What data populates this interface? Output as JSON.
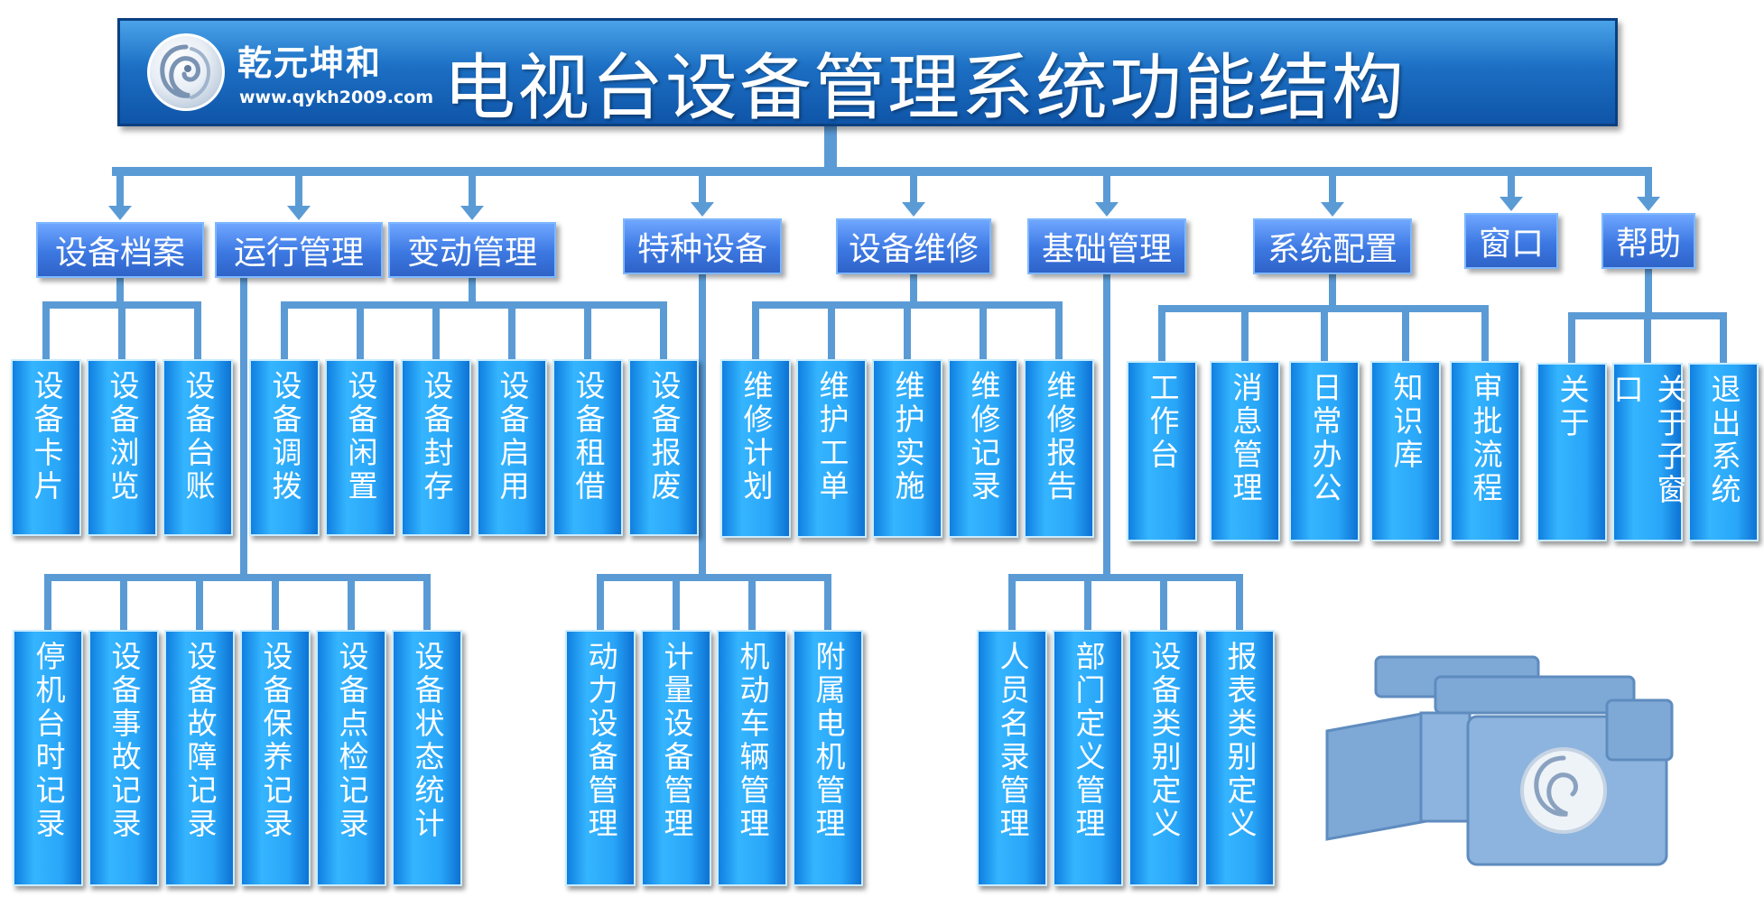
{
  "header": {
    "brand_name": "乾元坤和",
    "brand_url": "www.qykh2009.com",
    "title": "电视台设备管理系统功能结构"
  },
  "colors": {
    "banner": "#1c6fc4",
    "category": "#3c78e2",
    "leaf": "#29a6f8",
    "connector": "#5b9bd5"
  },
  "icons": [
    "brand-logo-icon",
    "video-camera-icon"
  ],
  "categories": [
    {
      "label": "设备档案",
      "children": [
        "设备卡片",
        "设备浏览",
        "设备台账"
      ]
    },
    {
      "label": "运行管理",
      "children": [
        "停机台时记录",
        "设备事故记录",
        "设备故障记录",
        "设备保养记录",
        "设备点检记录",
        "设备状态统计"
      ]
    },
    {
      "label": "变动管理",
      "children": [
        "设备调拨",
        "设备闲置",
        "设备封存",
        "设备启用",
        "设备租借",
        "设备报废"
      ]
    },
    {
      "label": "特种设备",
      "children": [
        "动力设备管理",
        "计量设备管理",
        "机动车辆管理",
        "附属电机管理"
      ]
    },
    {
      "label": "设备维修",
      "children": [
        "维修计划",
        "维护工单",
        "维护实施",
        "维修记录",
        "维修报告"
      ]
    },
    {
      "label": "基础管理",
      "children": [
        "人员名录管理",
        "部门定义管理",
        "设备类别定义",
        "报表类别定义"
      ]
    },
    {
      "label": "系统配置",
      "children": [
        "工作台",
        "消息管理",
        "日常办公",
        "知识库",
        "审批流程"
      ]
    },
    {
      "label": "窗口",
      "children": []
    },
    {
      "label": "帮助",
      "children": [
        "关于",
        "关于子窗口",
        "退出系统"
      ]
    }
  ]
}
